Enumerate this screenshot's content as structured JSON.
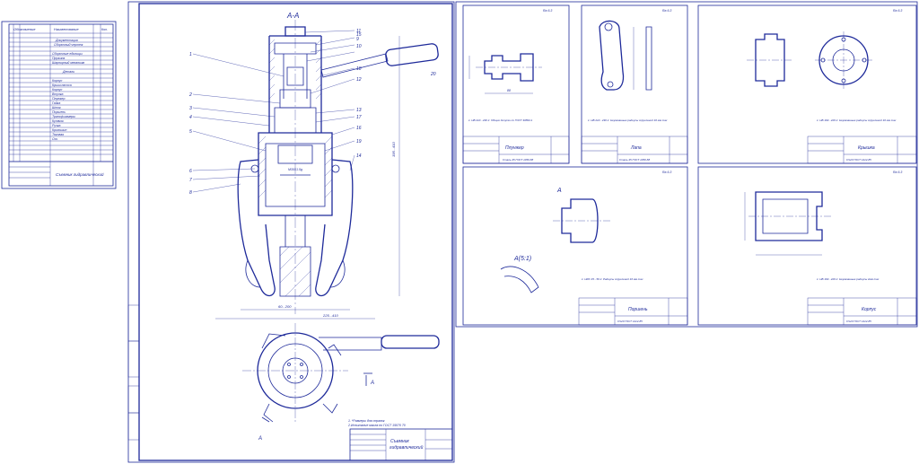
{
  "assembly": {
    "section_label": "A-A",
    "title": "Съемник гидравлический",
    "view_marker": "А",
    "note_line1": "1. *Размеры для справок",
    "note_line2": "2.Испытание масла по ГОСТ 15070 70",
    "balloons": [
      "1",
      "2",
      "3",
      "4",
      "5",
      "6",
      "7",
      "8",
      "9",
      "10",
      "11",
      "12",
      "13",
      "14",
      "15",
      "16",
      "17",
      "18",
      "19",
      "20"
    ],
    "dim_bottom": "225...410",
    "dim_width": "60...200",
    "dim_height": "195...410",
    "dim_thread": "M30X1.5g"
  },
  "spec": {
    "title": "Съемник гидравлический",
    "headers": [
      "Обозначение",
      "Наименование",
      "Кол."
    ],
    "sections": [
      "Документация",
      "Сборочный чертеж",
      "Сборочные единицы",
      "Пружина",
      "Шарнирный механизм",
      "Детали"
    ],
    "parts": [
      "Корпус",
      "Крыш.насоса",
      "Корпус",
      "Втулка",
      "Плунжер",
      "Гайка",
      "Шток",
      "Поршень",
      "Трансф.камеры",
      "Кулачок",
      "Ручка",
      "Кривошип",
      "Тяговая",
      "Ось"
    ]
  },
  "details": [
    {
      "name": "Плунжер",
      "material": "Сталь 45 ГОСТ 1050-88",
      "note": "1. HB 210...230  2. Общие допуски по ГОСТ 30893.1"
    },
    {
      "name": "Лапа",
      "material": "Сталь 45 ГОСТ 1050-88",
      "note": "1. HB 210...230  2. Неуказанные радиусы скруглений 16 мм max"
    },
    {
      "name": "Крышка",
      "material": "СЧ20 ГОСТ 1412-85",
      "note": "1. HB 163...229  2. Неуказанные радиусы скруглений 16 мм max"
    },
    {
      "name": "Поршень",
      "material": "СЧ20 ГОСТ 1412-85",
      "note": "1. HRC 45...50  2. Радиусы скруглений 16 мм max"
    },
    {
      "name": "Корпус",
      "material": "СЧ20 ГОСТ 1412-85",
      "note": "1. HB 163...229  2. Неуказанные радиусы 2мм max"
    }
  ],
  "detail_view_label": "А(5:1)",
  "roughness": "Ra 6.3"
}
